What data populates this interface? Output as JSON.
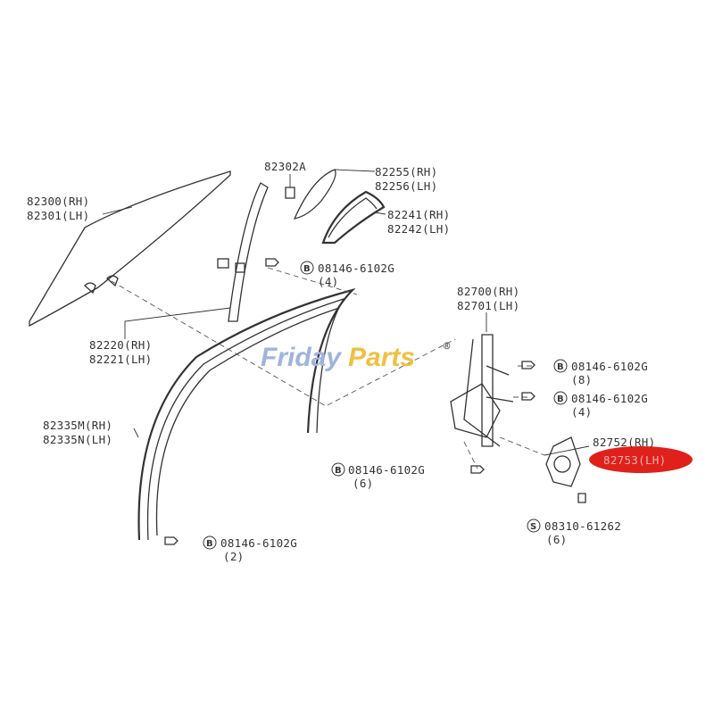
{
  "watermark": {
    "part1": "Friday",
    "part2": "Parts",
    "mark": "®"
  },
  "labels": {
    "p82302a": "82302A",
    "p82255": "82255(RH)",
    "p82256": "82256(LH)",
    "p82300": "82300(RH)",
    "p82301": "82301(LH)",
    "p82241": "82241(RH)",
    "p82242": "82242(LH)",
    "b1_code": "08146-6102G",
    "b1_qty": "(4)",
    "p82700": "82700(RH)",
    "p82701": "82701(LH)",
    "p82220": "82220(RH)",
    "p82221": "82221(LH)",
    "b2_code": "08146-6102G",
    "b2_qty": "(8)",
    "b3_code": "08146-6102G",
    "b3_qty": "(4)",
    "p82335m": "82335M(RH)",
    "p82335n": "82335N(LH)",
    "p82752": "82752(RH)",
    "p82753": "82753(LH)",
    "b4_code": "08146-6102G",
    "b4_qty": "(6)",
    "s1_code": "08310-61262",
    "s1_qty": "(6)",
    "b5_code": "08146-6102G",
    "b5_qty": "(2)",
    "b_letter": "B",
    "s_letter": "S"
  },
  "colors": {
    "highlight": "#e0201a",
    "watermark_blue": "#9fb4dc",
    "watermark_gold": "#f0c040"
  }
}
